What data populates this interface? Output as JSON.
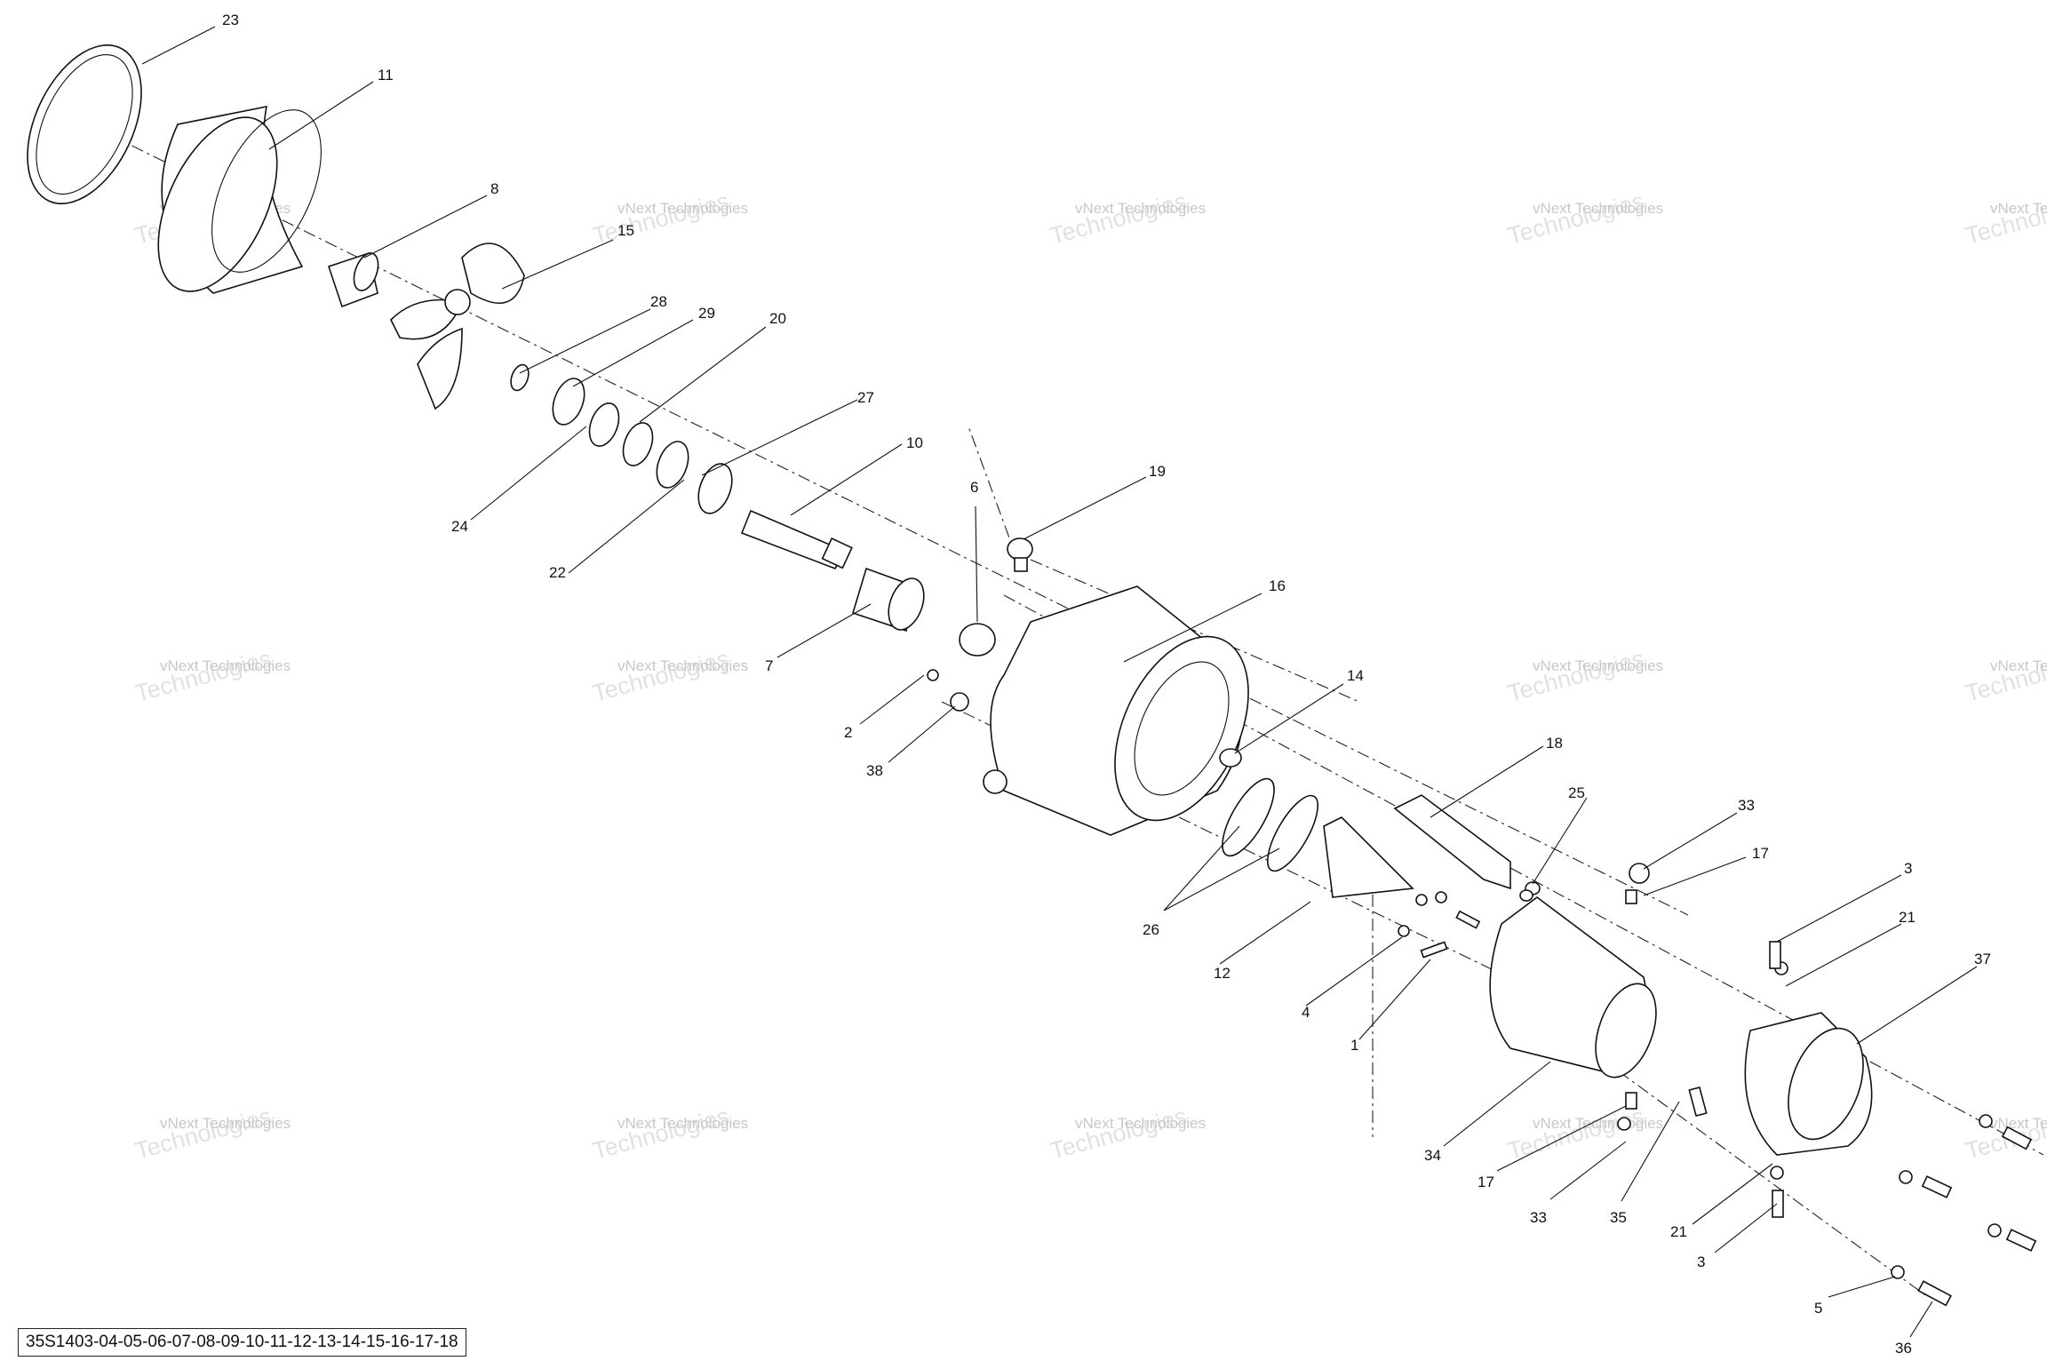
{
  "diagram": {
    "reference_code": "35S1403-04-05-06-07-08-09-10-11-12-13-14-15-16-17-18",
    "watermark_line1": "vNext Technologies",
    "watermark_line2": "Technologies",
    "callouts": [
      "23",
      "11",
      "8",
      "15",
      "28",
      "29",
      "20",
      "27",
      "10",
      "24",
      "22",
      "6",
      "19",
      "7",
      "16",
      "2",
      "38",
      "14",
      "18",
      "25",
      "33",
      "17",
      "3",
      "21",
      "37",
      "26",
      "12",
      "4",
      "1",
      "34",
      "17",
      "33",
      "35",
      "21",
      "3",
      "5",
      "36"
    ]
  }
}
